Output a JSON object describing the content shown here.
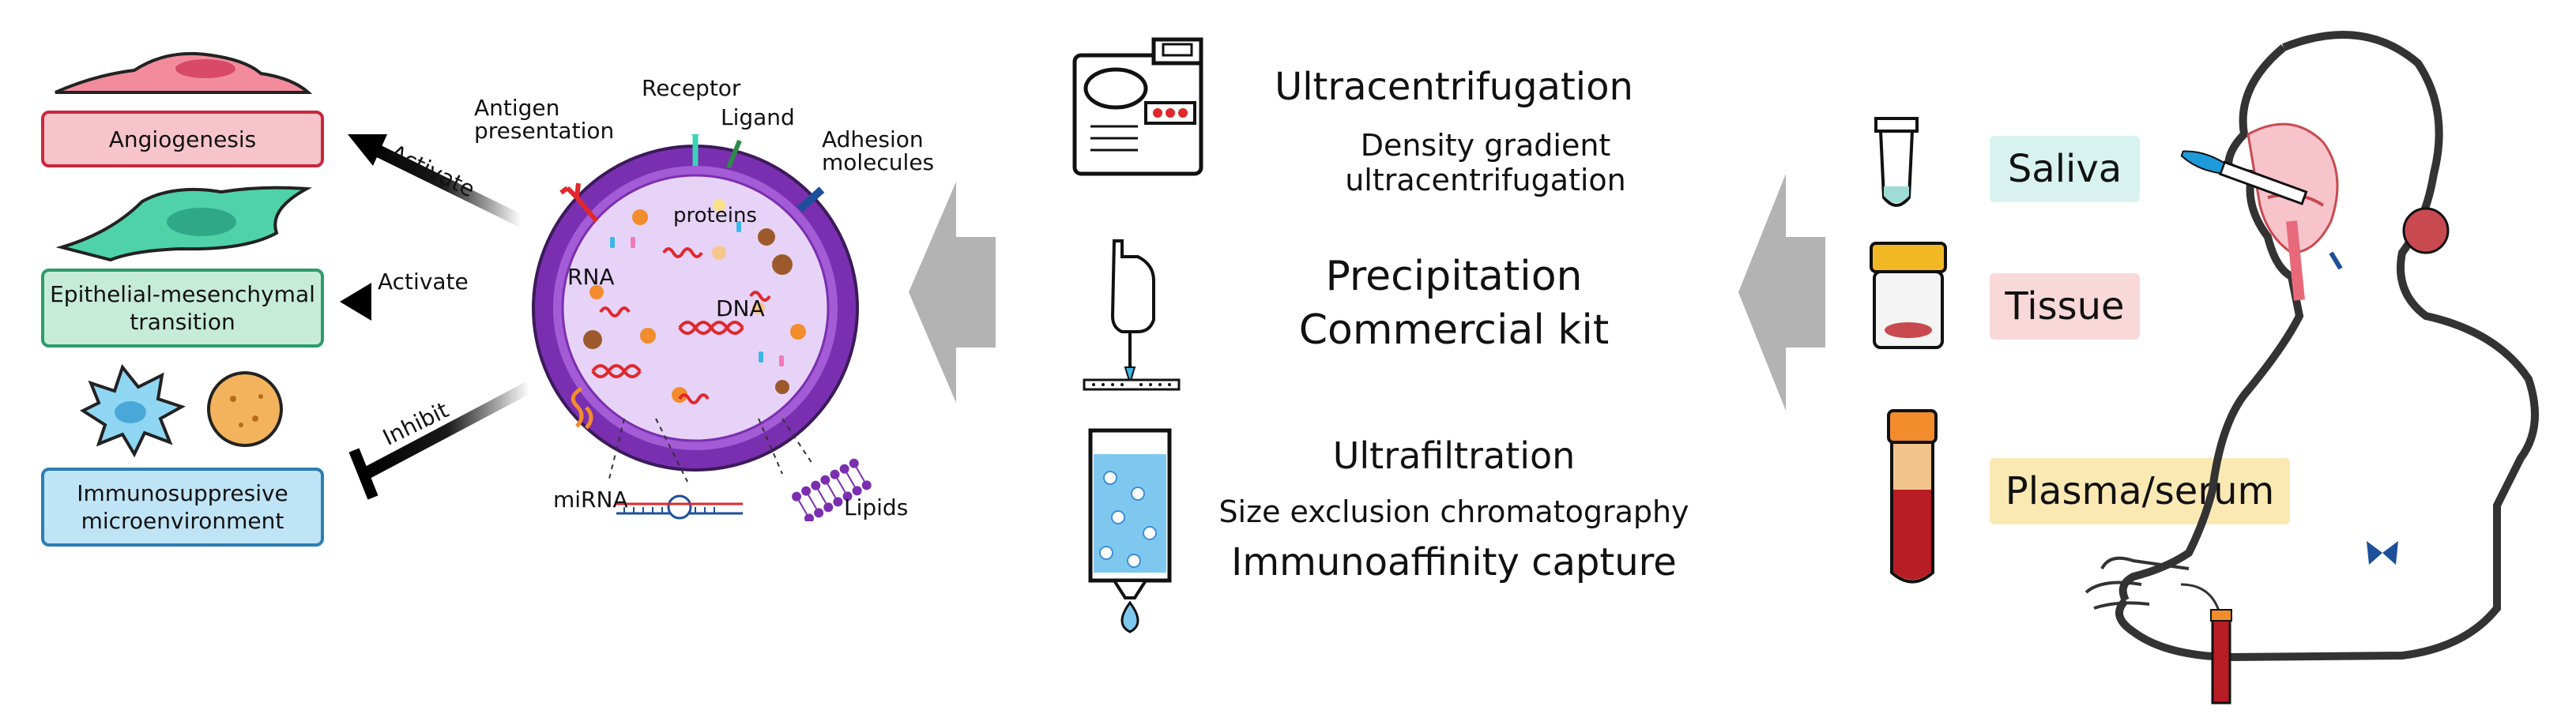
{
  "outcomes": [
    {
      "label": "Angiogenesis",
      "border": "#c8283c",
      "fill": "#f7c4cc"
    },
    {
      "label": "Epithelial-mesenchymal\ntransition",
      "border": "#2e9a6a",
      "fill": "#c6ecd9"
    },
    {
      "label": "Immunosuppresive\nmicroenvironment",
      "border": "#2b7fb3",
      "fill": "#bfe4f6"
    }
  ],
  "arrows": {
    "activate_1": "Activate",
    "activate_2": "Activate",
    "inhibit": "Inhibit"
  },
  "vesicle_labels": {
    "antigen": "Antigen\npresentation",
    "receptor": "Receptor",
    "ligand": "Ligand",
    "adhesion": "Adhesion\nmolecules",
    "proteins": "proteins",
    "rna": "RNA",
    "dna": "DNA",
    "mirna": "miRNA",
    "lipids": "Lipids"
  },
  "methods": {
    "ultracentrifugation": "Ultracentrifugation",
    "density_gradient": "Density gradient ultracentrifugation",
    "precipitation": "Precipitation",
    "commercial_kit": "Commercial kit",
    "ultrafiltration": "Ultrafiltration",
    "size_exclusion": "Size exclusion chromatography",
    "immunoaffinity": "Immunoaffinity capture"
  },
  "samples": [
    {
      "label": "Saliva",
      "fill": "#d8f3ef"
    },
    {
      "label": "Tissue",
      "fill": "#f8d8d8"
    },
    {
      "label": "Plasma/serum",
      "fill": "#fbe9b4"
    }
  ],
  "colors": {
    "vesicle_outer": "#7a2fb0",
    "vesicle_inner": "#e7d3f7",
    "arrow_gray": "#b3b3b3"
  }
}
